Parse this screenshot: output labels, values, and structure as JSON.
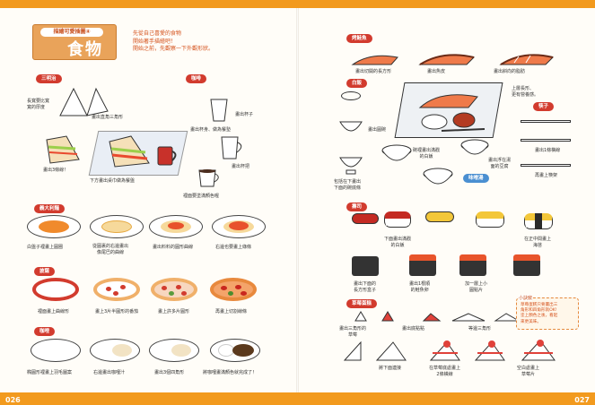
{
  "header": {
    "badge": "描繪可愛插圖④",
    "title": "食物"
  },
  "intro": [
    "先從自己喜愛的食物",
    "開始著手描繪吧！",
    "開始之前，先觀察一下外觀形狀。"
  ],
  "sections_left": {
    "sandwich": "三明治",
    "coffee": "咖啡",
    "spaghetti": "義大利麵",
    "pizza": "披薩",
    "curry": "咖哩"
  },
  "sections_right": {
    "salmon": "烤鮭魚",
    "rice": "白飯",
    "chopsticks": "筷子",
    "sushi": "壽司",
    "cake": "草莓蛋糕",
    "miso": "味噌湯"
  },
  "labels_left": {
    "sw1": "長寬要比寬\n寬的厚度",
    "sw2": "畫出直角三角形",
    "sw3": "畫出3條線！",
    "sw4": "下方畫出桌巾做為餐盤",
    "cf1": "畫出杯子",
    "cf2": "畫出杯身、做為餐墊",
    "cf3": "畫出杯把",
    "cf4": "裡面要塗滿顏色喔",
    "sp1": "白盤子裡畫上圓圈",
    "sp2": "從圓裏的右邊畫出\n像尾巴的曲線",
    "sp3": "畫出料料的圓形曲線",
    "sp4": "右邊也要畫上綠條",
    "pz1": "裡面畫上曲線形",
    "pz2": "畫上3片半圓形的番茄",
    "pz3": "畫上許多片圓形",
    "pz4": "再畫上切割線條",
    "cu1": "橢圓形裡畫上羽毛圖案",
    "cu2": "右邊畫出咖哩汁",
    "cu3": "畫出3個四角形",
    "cu4": "將咖哩畫滿顏色就完成了！"
  },
  "labels_right": {
    "sa1": "畫出切開的長方形",
    "sa2": "畫出魚皮",
    "sa3": "畫出斜向的脂肪",
    "r1": "畫出圓碗",
    "r2": "碗裡畫出滿戳\n的白飯",
    "r3": "包括在下畫出\n下面的碗底條",
    "r4": "畫出浮在湯\n面的豆腐",
    "ms": "味噌湯",
    "ms2": "上面畫出\n湯裡的蔬菜",
    "ch1": "畫出1條橫線",
    "ch2": "再畫上筷架",
    "rb": "上層長形、\n更有營養感。",
    "su1": "下面畫出滿戳\n的白飯",
    "su2": "在正中間畫上\n海苔",
    "su3": "畫出下面的\n長方形盒子",
    "su4": "畫出1根順\n的鮭魚卵",
    "su5": "加一層上小\n圓點片",
    "ck1": "畫出三角形的\n草莓",
    "ck2": "畫出底點點",
    "ck3": "等邊三角形",
    "ck4": "將下面連接",
    "ck5": "在草莓底處畫上\n2條橫線",
    "ck6": "空白處畫上\n草莓片",
    "note_title": "小訣竅",
    "note": "草莓蛋糕只要畫出三\n角形和四角形就OK!\n塗上顏色之後，看起\n來更美味。"
  },
  "pages": {
    "left": "026",
    "right": "027"
  },
  "colors": {
    "orange": "#f29a1e",
    "red": "#d23b2e",
    "salmon": "#ef7a4a"
  }
}
